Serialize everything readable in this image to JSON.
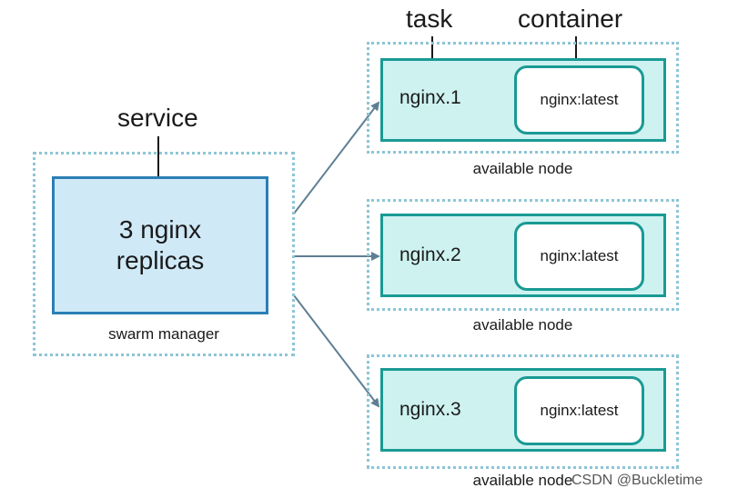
{
  "labels": {
    "service": "service",
    "task": "task",
    "container": "container"
  },
  "manager": {
    "text": "3 nginx\nreplicas",
    "caption": "swarm manager"
  },
  "nodes": [
    {
      "task": "nginx.1",
      "container": "nginx:latest",
      "caption": "available node"
    },
    {
      "task": "nginx.2",
      "container": "nginx:latest",
      "caption": "available node"
    },
    {
      "task": "nginx.3",
      "container": "nginx:latest",
      "caption": "available node"
    }
  ],
  "watermark": "CSDN @Buckletime",
  "colors": {
    "manager_fill": "#cfe9f7",
    "manager_border": "#2b7fb5",
    "task_fill": "#cdf2f0",
    "task_border": "#1a9a94",
    "dotted_frame": "#8ec5d6",
    "arrow": "#5f7f93"
  }
}
